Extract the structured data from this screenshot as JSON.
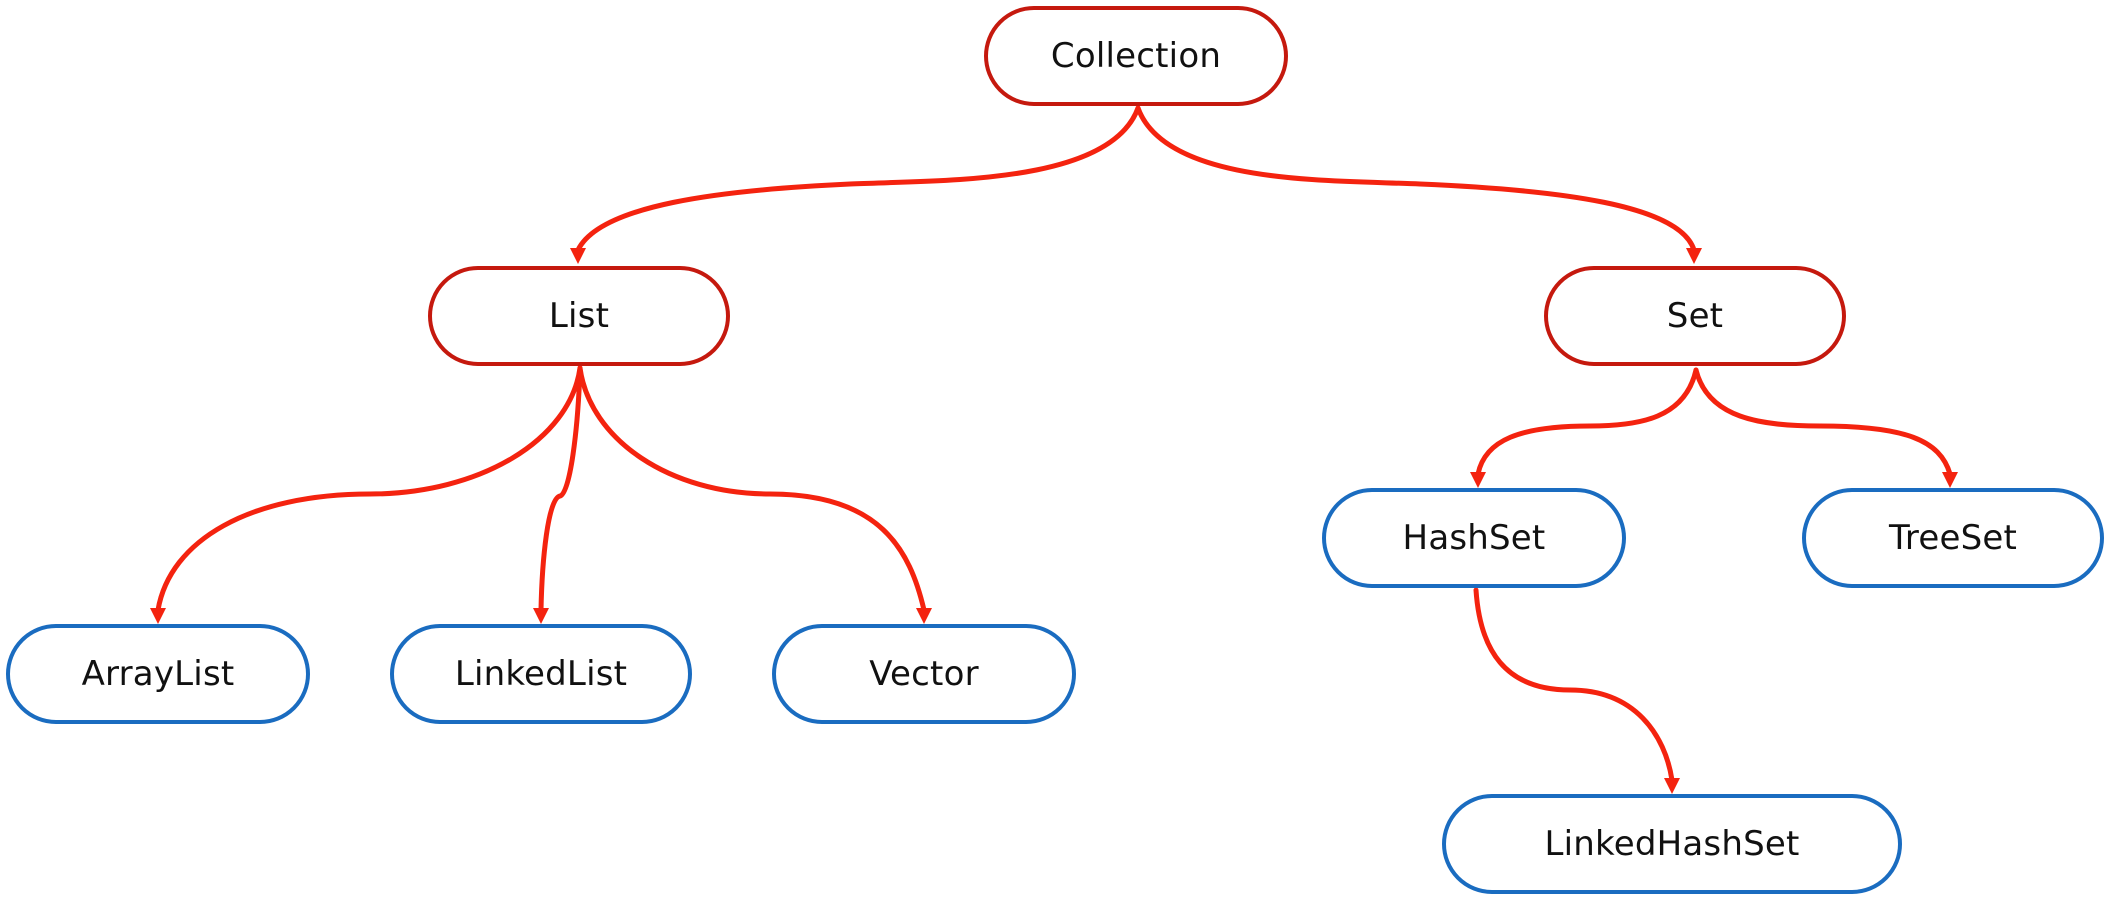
{
  "colors": {
    "interface_border": "#c5190e",
    "impl_border": "#1a6cc0",
    "edge": "#f4230f"
  },
  "nodes": {
    "collection": "Collection",
    "list": "List",
    "set": "Set",
    "array_list": "ArrayList",
    "linked_list": "LinkedList",
    "vector": "Vector",
    "hash_set": "HashSet",
    "tree_set": "TreeSet",
    "linked_hash_set": "LinkedHashSet"
  }
}
